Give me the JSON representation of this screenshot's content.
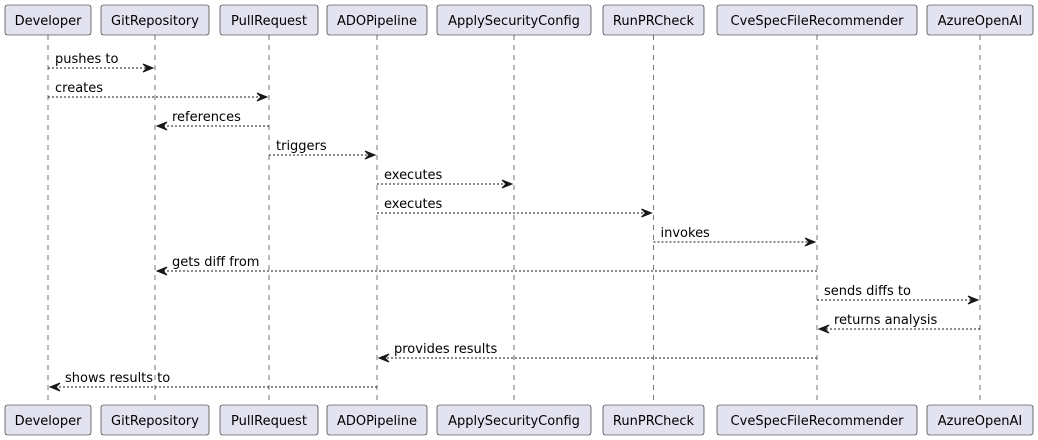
{
  "participants": [
    "Developer",
    "GitRepository",
    "PullRequest",
    "ADOPipeline",
    "ApplySecurityConfig",
    "RunPRCheck",
    "CveSpecFileRecommender",
    "AzureOpenAI"
  ],
  "messages": [
    {
      "from": "Developer",
      "to": "GitRepository",
      "label": "pushes to"
    },
    {
      "from": "Developer",
      "to": "PullRequest",
      "label": "creates"
    },
    {
      "from": "PullRequest",
      "to": "GitRepository",
      "label": "references"
    },
    {
      "from": "PullRequest",
      "to": "ADOPipeline",
      "label": "triggers"
    },
    {
      "from": "ADOPipeline",
      "to": "ApplySecurityConfig",
      "label": "executes"
    },
    {
      "from": "ADOPipeline",
      "to": "RunPRCheck",
      "label": "executes"
    },
    {
      "from": "RunPRCheck",
      "to": "CveSpecFileRecommender",
      "label": "invokes"
    },
    {
      "from": "CveSpecFileRecommender",
      "to": "GitRepository",
      "label": "gets diff from"
    },
    {
      "from": "CveSpecFileRecommender",
      "to": "AzureOpenAI",
      "label": "sends diffs to"
    },
    {
      "from": "AzureOpenAI",
      "to": "CveSpecFileRecommender",
      "label": "returns analysis"
    },
    {
      "from": "CveSpecFileRecommender",
      "to": "ADOPipeline",
      "label": "provides results"
    },
    {
      "from": "ADOPipeline",
      "to": "Developer",
      "label": "shows results to"
    }
  ],
  "colors": {
    "box_fill": "#e2e2f0",
    "box_stroke": "#181818",
    "lifeline": "#181818",
    "arrow": "#181818",
    "text": "#000000"
  }
}
